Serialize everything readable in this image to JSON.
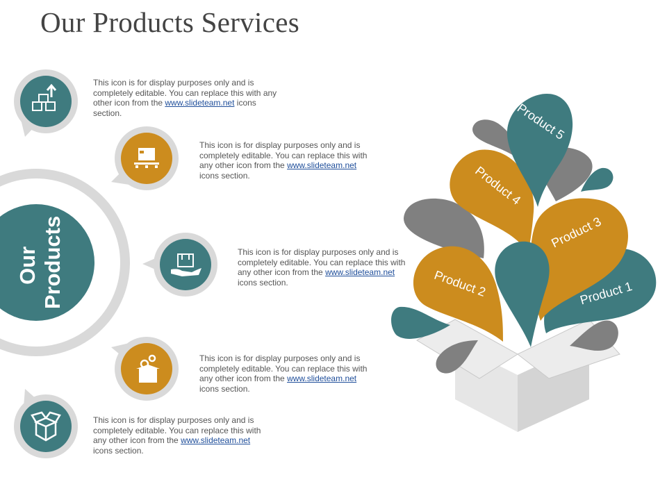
{
  "title": "Our Products Services",
  "center_label": [
    "Our",
    "Products"
  ],
  "colors": {
    "teal": "#3f7b7f",
    "gold": "#cc8c1e",
    "gray": "#808080",
    "light_gray": "#d9d9d9",
    "box": "#dcdcdc"
  },
  "items": [
    {
      "icon": "boxes-upload-icon",
      "color": "teal",
      "text_before": "This icon is for display purposes only and is completely editable. You can replace this with any other icon from the ",
      "link": "www.slideteam.net",
      "text_after": " icons section."
    },
    {
      "icon": "box-on-pallet-icon",
      "color": "gold",
      "text_before": "This icon is for display purposes only and is completely editable. You can replace this with any other icon from the ",
      "link": "www.slideteam.net",
      "text_after": " icons section."
    },
    {
      "icon": "box-in-hand-icon",
      "color": "teal",
      "text_before": "This icon is for display purposes only and is completely editable. You can replace this with any other icon from the ",
      "link": "www.slideteam.net",
      "text_after": " icons section."
    },
    {
      "icon": "box-with-gears-icon",
      "color": "gold",
      "text_before": "This icon is for display purposes only and is completely editable. You can replace this with any other icon from the ",
      "link": "www.slideteam.net",
      "text_after": " icons section."
    },
    {
      "icon": "open-box-icon",
      "color": "teal",
      "text_before": "This icon is for display purposes only and is completely editable. You can replace this with any other icon from the ",
      "link": "www.slideteam.net",
      "text_after": " icons section."
    }
  ],
  "products": [
    "Product 1",
    "Product 2",
    "Product 3",
    "Product 4",
    "Product 5"
  ]
}
